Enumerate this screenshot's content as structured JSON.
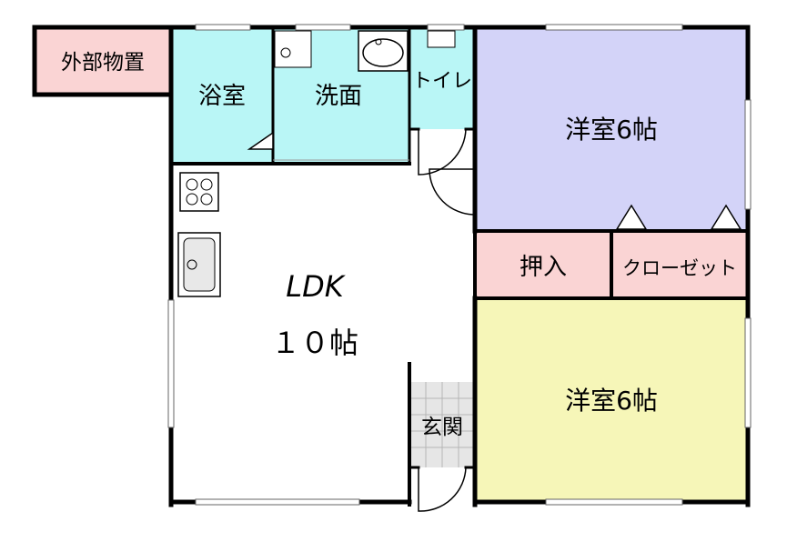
{
  "rooms": {
    "storage": "外部物置",
    "bath": "浴室",
    "washroom": "洗面",
    "toilet": "トイレ",
    "western_room_1": "洋室6帖",
    "ldk_name": "LDK",
    "ldk_size": "１０帖",
    "oshiire": "押入",
    "closet": "クローゼット",
    "western_room_2": "洋室6帖",
    "entrance": "玄関"
  },
  "colors": {
    "wall": "#000000",
    "water_area": "#b9f6f6",
    "western_room_1": "#d3d3f8",
    "western_room_2": "#f6f6b8",
    "storage_pink": "#fad4d4",
    "ldk": "#ffffff",
    "entrance_tile": "#e6e6e6"
  }
}
